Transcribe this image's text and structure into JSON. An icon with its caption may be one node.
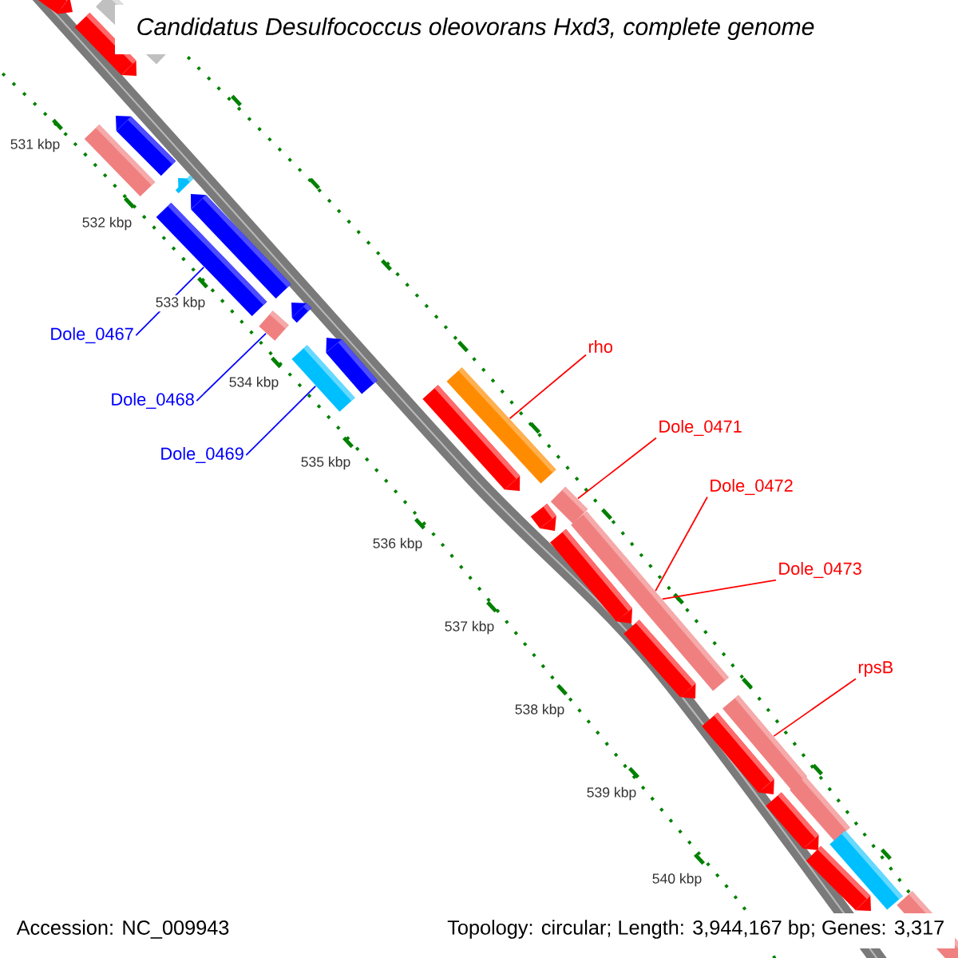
{
  "diagram": {
    "title": "Candidatus Desulfococcus oleovorans Hxd3, complete genome",
    "nodes": [
      {
        "text": [
          "Dole_0467"
        ]
      },
      {
        "text": [
          "Dole_0468"
        ]
      },
      {
        "text": [
          "Dole_0469"
        ]
      },
      {
        "text": [
          "rho"
        ]
      },
      {
        "text": [
          "Dole_0471"
        ]
      },
      {
        "text": [
          "Dole_0472"
        ]
      },
      {
        "text": [
          "Dole_0473"
        ]
      },
      {
        "text": [
          "rpsB"
        ]
      },
      {
        "text": [],
        "shape": "arrow"
      },
      {
        "text": [],
        "shape": "bar"
      },
      {
        "text": [],
        "shape": "arrow"
      },
      {
        "text": [],
        "shape": "arrow"
      },
      {
        "text": [],
        "shape": "bar"
      },
      {
        "text": [],
        "shape": "arrow"
      },
      {
        "text": [],
        "shape": "arrow"
      },
      {
        "text": [],
        "shape": "bar"
      },
      {
        "text": [],
        "shape": "arrow"
      },
      {
        "text": [],
        "shape": "bar"
      },
      {
        "text": [],
        "shape": "arrow"
      },
      {
        "text": [],
        "shape": "bar"
      },
      {
        "text": [],
        "shape": "bar"
      },
      {
        "text": [],
        "shape": "arrow"
      },
      {
        "text": [],
        "shape": "bar"
      },
      {
        "text": [],
        "shape": "arrow"
      },
      {
        "text": [],
        "shape": "bar"
      },
      {
        "text": [],
        "shape": "arrow"
      },
      {
        "text": [],
        "shape": "arrow"
      },
      {
        "text": [],
        "shape": "bar"
      },
      {
        "text": [],
        "shape": "arrow"
      },
      {
        "text": [],
        "shape": "bar"
      },
      {
        "text": [],
        "shape": "arrow"
      },
      {
        "text": [],
        "shape": "bar"
      },
      {
        "text": [],
        "shape": "arrow"
      },
      {
        "text": [],
        "shape": "bar"
      }
    ],
    "edges": [
      {
        "from": 0,
        "to": 15,
        "arrow": "none",
        "color": "#0000ff"
      },
      {
        "from": 1,
        "to": 17,
        "arrow": "none",
        "color": "#0000ff"
      },
      {
        "from": 2,
        "to": 19,
        "arrow": "none",
        "color": "#0000ff"
      },
      {
        "from": 3,
        "to": 20,
        "arrow": "none"
      },
      {
        "from": 4,
        "to": 22,
        "arrow": "none"
      },
      {
        "from": 5,
        "to": 24,
        "arrow": "none"
      },
      {
        "from": 6,
        "to": 24,
        "arrow": "none"
      },
      {
        "from": 7,
        "to": 27,
        "arrow": "none"
      }
    ],
    "labels": [
      "531 kbp",
      "532 kbp",
      "533 kbp",
      "534 kbp",
      "535 kbp",
      "536 kbp",
      "537 kbp",
      "538 kbp",
      "539 kbp",
      "540 kbp",
      "Accession: NC_009943",
      "Topology: circular; Length: 3,944,167 bp; Genes: 3,317"
    ]
  }
}
